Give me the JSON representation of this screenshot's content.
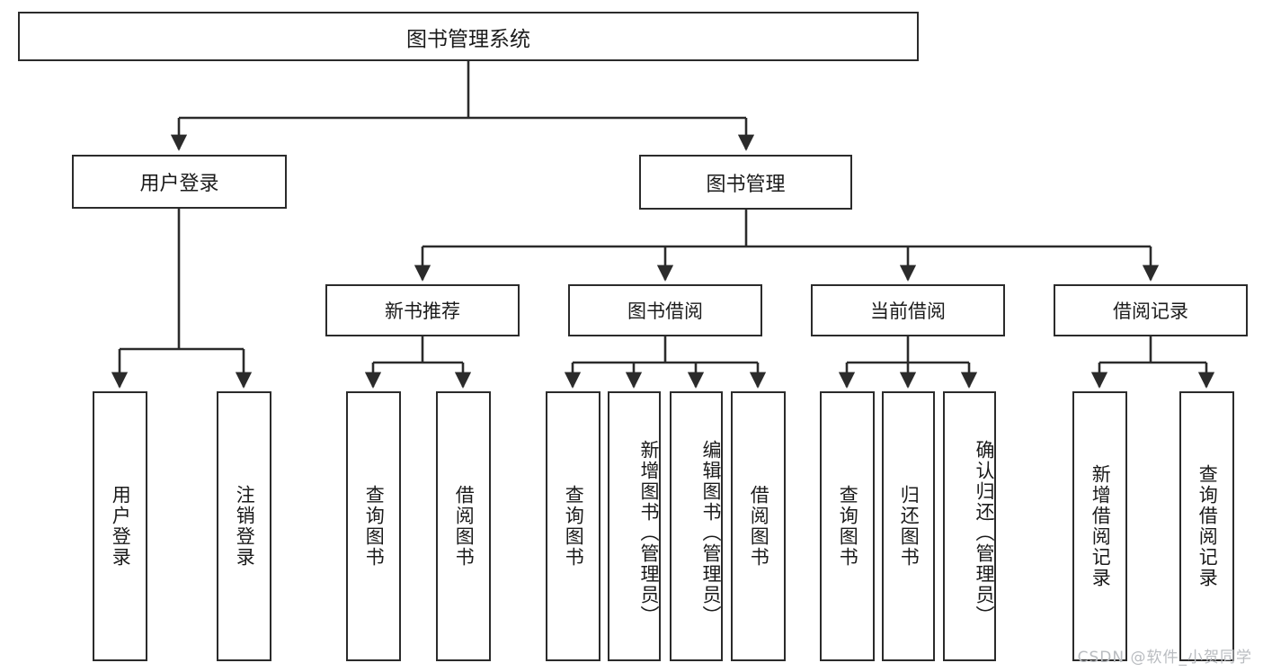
{
  "diagram": {
    "title": "图书管理系统",
    "type": "功能结构图",
    "root": {
      "id": "root",
      "label": "图书管理系统"
    },
    "level2": [
      {
        "id": "user-login",
        "label": "用户登录"
      },
      {
        "id": "book-manage",
        "label": "图书管理"
      }
    ],
    "level3": [
      {
        "id": "new-book-recommend",
        "label": "新书推荐",
        "parent": "book-manage"
      },
      {
        "id": "book-borrow",
        "label": "图书借阅",
        "parent": "book-manage"
      },
      {
        "id": "current-borrow",
        "label": "当前借阅",
        "parent": "book-manage"
      },
      {
        "id": "borrow-record",
        "label": "借阅记录",
        "parent": "book-manage"
      }
    ],
    "leaves": {
      "user_login": [
        {
          "id": "leaf-user-login",
          "label": "用户登录"
        },
        {
          "id": "leaf-user-logout",
          "label": "注销登录"
        }
      ],
      "new_book_recommend": [
        {
          "id": "leaf-query-book-1",
          "label": "查询图书"
        },
        {
          "id": "leaf-borrow-book-1",
          "label": "借阅图书"
        }
      ],
      "book_borrow": [
        {
          "id": "leaf-query-book-2",
          "label": "查询图书"
        },
        {
          "id": "leaf-add-book",
          "label": "新增图书（管理员）"
        },
        {
          "id": "leaf-edit-book",
          "label": "编辑图书（管理员）"
        },
        {
          "id": "leaf-borrow-book-2",
          "label": "借阅图书"
        }
      ],
      "current_borrow": [
        {
          "id": "leaf-query-book-3",
          "label": "查询图书"
        },
        {
          "id": "leaf-return-book",
          "label": "归还图书"
        },
        {
          "id": "leaf-confirm-return",
          "label": "确认归还（管理员）"
        }
      ],
      "borrow_record": [
        {
          "id": "leaf-add-record",
          "label": "新增借阅记录"
        },
        {
          "id": "leaf-query-record",
          "label": "查询借阅记录"
        }
      ]
    },
    "watermark": "CSDN @软件_小贺同学",
    "colors": {
      "stroke": "#2b2b2b",
      "fill": "#ffffff",
      "text": "#1b1b1b",
      "watermark": "#b9bcc0"
    }
  }
}
